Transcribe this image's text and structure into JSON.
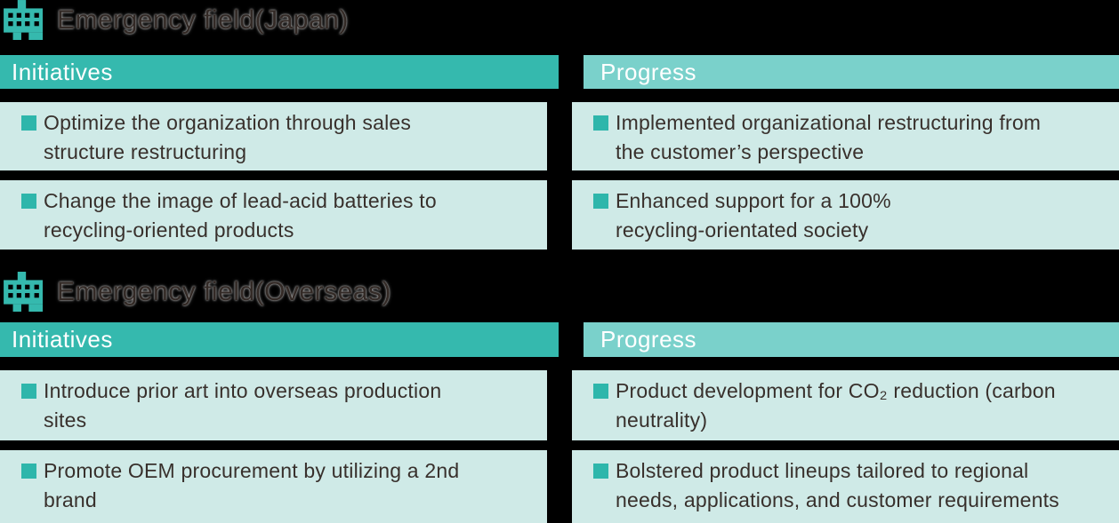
{
  "colors": {
    "background": "#000000",
    "accent_teal": "#35b9ae",
    "accent_teal_light": "#7ad1cb",
    "panel_teal": "#cfeae7",
    "bullet_teal": "#2eb6ab",
    "header_text": "#ffffff",
    "body_text": "#38302c",
    "title_text": "#332a26"
  },
  "icons": {
    "section_icon": "building-icon"
  },
  "sections": [
    {
      "title": "Emergency field(Japan)",
      "columns": [
        {
          "header": "Initiatives",
          "items": [
            "Optimize the organization through sales\nstructure restructuring",
            "Change the image of lead-acid batteries to\nrecycling-oriented products"
          ]
        },
        {
          "header": "Progress",
          "items": [
            "Implemented organizational restructuring from\nthe customer’s perspective",
            "Enhanced support for a 100%\nrecycling-orientated society"
          ]
        }
      ]
    },
    {
      "title": "Emergency field(Overseas)",
      "columns": [
        {
          "header": "Initiatives",
          "items": [
            "Introduce prior art into overseas production\nsites",
            "Promote OEM procurement by utilizing a 2nd\nbrand"
          ]
        },
        {
          "header": "Progress",
          "items": [
            "Product development for CO₂ reduction (carbon\nneutrality)",
            "Bolstered product lineups tailored to regional\nneeds, applications, and customer requirements"
          ]
        }
      ]
    }
  ]
}
